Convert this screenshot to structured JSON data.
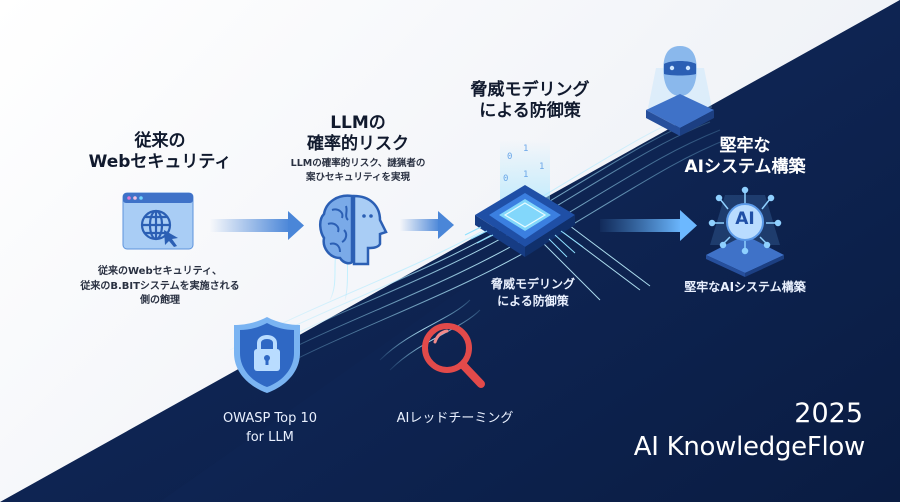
{
  "colors": {
    "background_light": "#f3f5f9",
    "background_dark": "#0e2452",
    "accent_blue": "#4a86d8",
    "icon_light_blue": "#9cc4f0",
    "glow_cyan": "#6fd3ff",
    "red_accent": "#e24a4a",
    "text_dark": "#111a2e",
    "text_light": "#ffffff"
  },
  "steps": [
    {
      "id": "traditional-web-security",
      "title_line1": "従来の",
      "title_line2": "Webセキュリティ",
      "description_line1": "従来のWebセキュリティ、",
      "description_line2": "従来のB.BITシステムを実施される",
      "description_line3": "側の飽理",
      "icon": "browser-globe-icon"
    },
    {
      "id": "llm-probabilistic-risk",
      "title_line1": "LLMの",
      "title_line2": "確率的リスク",
      "description_line1": "LLMの確率的リスク、謎猟者の",
      "description_line2": "案ひセキュリティを実現",
      "icon": "brain-head-icon"
    },
    {
      "id": "threat-modeling",
      "title_line1": "脅威モデリング",
      "title_line2": "による防御策",
      "description_line1": "脅威モデリング",
      "description_line2": "による防御策",
      "icon": "chip-platform-icon"
    },
    {
      "id": "robust-ai-system",
      "title_line1": "堅牢な",
      "title_line2": "AIシステム構築",
      "description_line1": "堅牢なAIシステム構築",
      "icon": "ai-core-icon",
      "icon_label": "AI"
    }
  ],
  "sub_items": [
    {
      "id": "owasp",
      "label_line1": "OWASP Top 10",
      "label_line2": "for LLM",
      "icon": "shield-lock-icon"
    },
    {
      "id": "red-teaming",
      "label_line1": "AIレッドチーミング",
      "icon": "magnifier-icon"
    }
  ],
  "robot": {
    "icon": "robot-head-icon"
  },
  "binary_digits": [
    "0",
    "1",
    "1",
    "0",
    "1"
  ],
  "branding": {
    "year": "2025",
    "name": "AI KnowledgeFlow"
  }
}
